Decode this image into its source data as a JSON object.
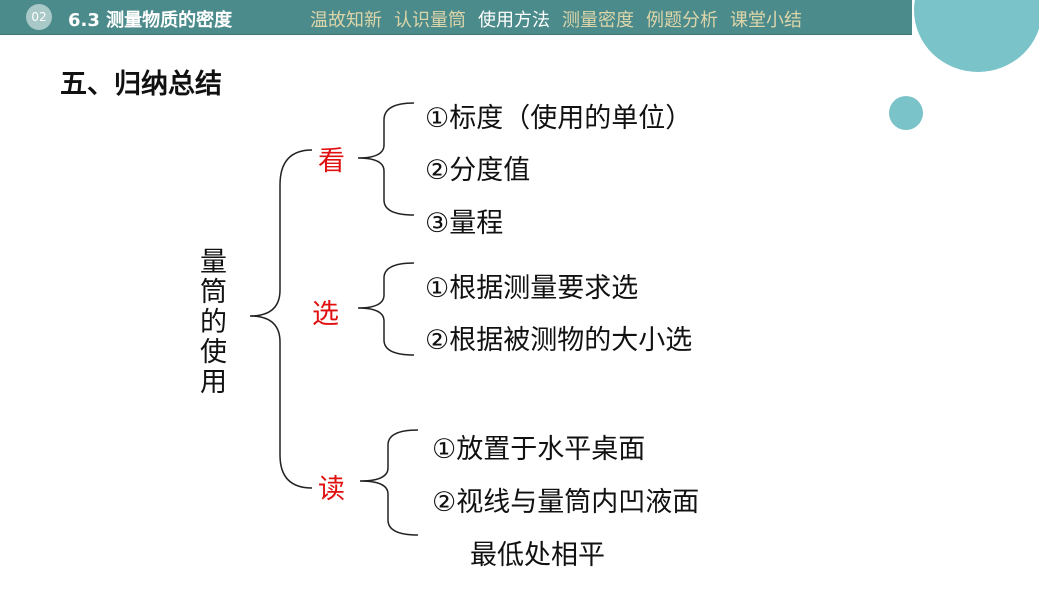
{
  "header": {
    "chapter_num": "02",
    "section": "6.3  测量物质的密度",
    "nav": [
      {
        "label": "温故知新",
        "active": false
      },
      {
        "label": "认识量筒",
        "active": false
      },
      {
        "label": "使用方法",
        "active": true
      },
      {
        "label": "测量密度",
        "active": false
      },
      {
        "label": "例题分析",
        "active": false
      },
      {
        "label": "课堂小结",
        "active": false
      }
    ]
  },
  "title": "五、归纳总结",
  "root": "量筒的使用",
  "branches": [
    {
      "label": "看",
      "items": [
        "①标度（使用的单位）",
        "②分度值",
        "③量程"
      ]
    },
    {
      "label": "选",
      "items": [
        "①根据测量要求选",
        "②根据被测物的大小选"
      ]
    },
    {
      "label": "读",
      "items": [
        "①放置于水平桌面",
        "②视线与量筒内凹液面",
        "最低处相平"
      ]
    }
  ],
  "colors": {
    "header": "#4b8b8b",
    "accent": "#7ac3c9",
    "branch": "#e01010"
  }
}
